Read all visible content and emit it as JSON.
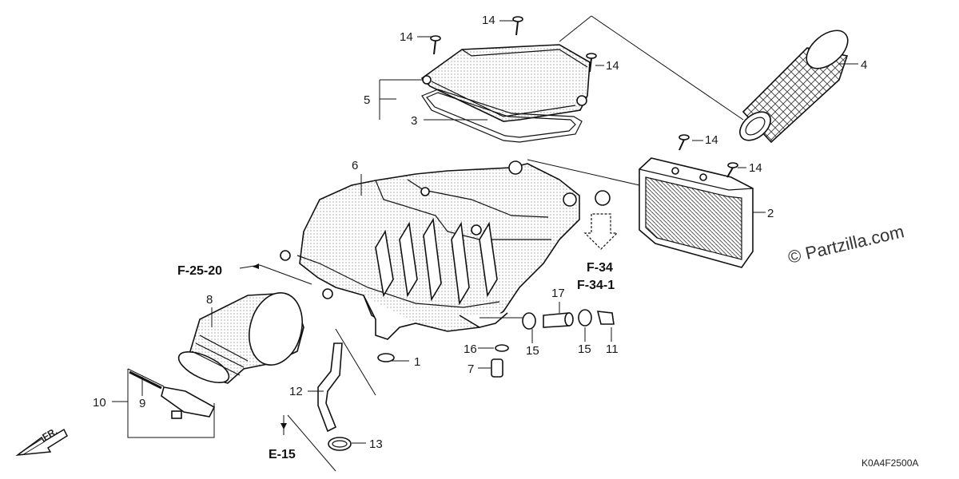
{
  "callouts": {
    "p1": "1",
    "p2": "2",
    "p3": "3",
    "p4": "4",
    "p5": "5",
    "p6": "6",
    "p7": "7",
    "p8": "8",
    "p9": "9",
    "p10": "10",
    "p11": "11",
    "p12": "12",
    "p13": "13",
    "p14a": "14",
    "p14b": "14",
    "p14c": "14",
    "p14d": "14",
    "p14e": "14",
    "p15a": "15",
    "p15b": "15",
    "p16": "16",
    "p17": "17"
  },
  "references": {
    "f25_20": "F-25-20",
    "f34": "F-34",
    "f34_1": "F-34-1",
    "e15": "E-15"
  },
  "front_marker": "FR.",
  "watermark": "© Partzilla.com",
  "diagram_code": "K0A4F2500A"
}
